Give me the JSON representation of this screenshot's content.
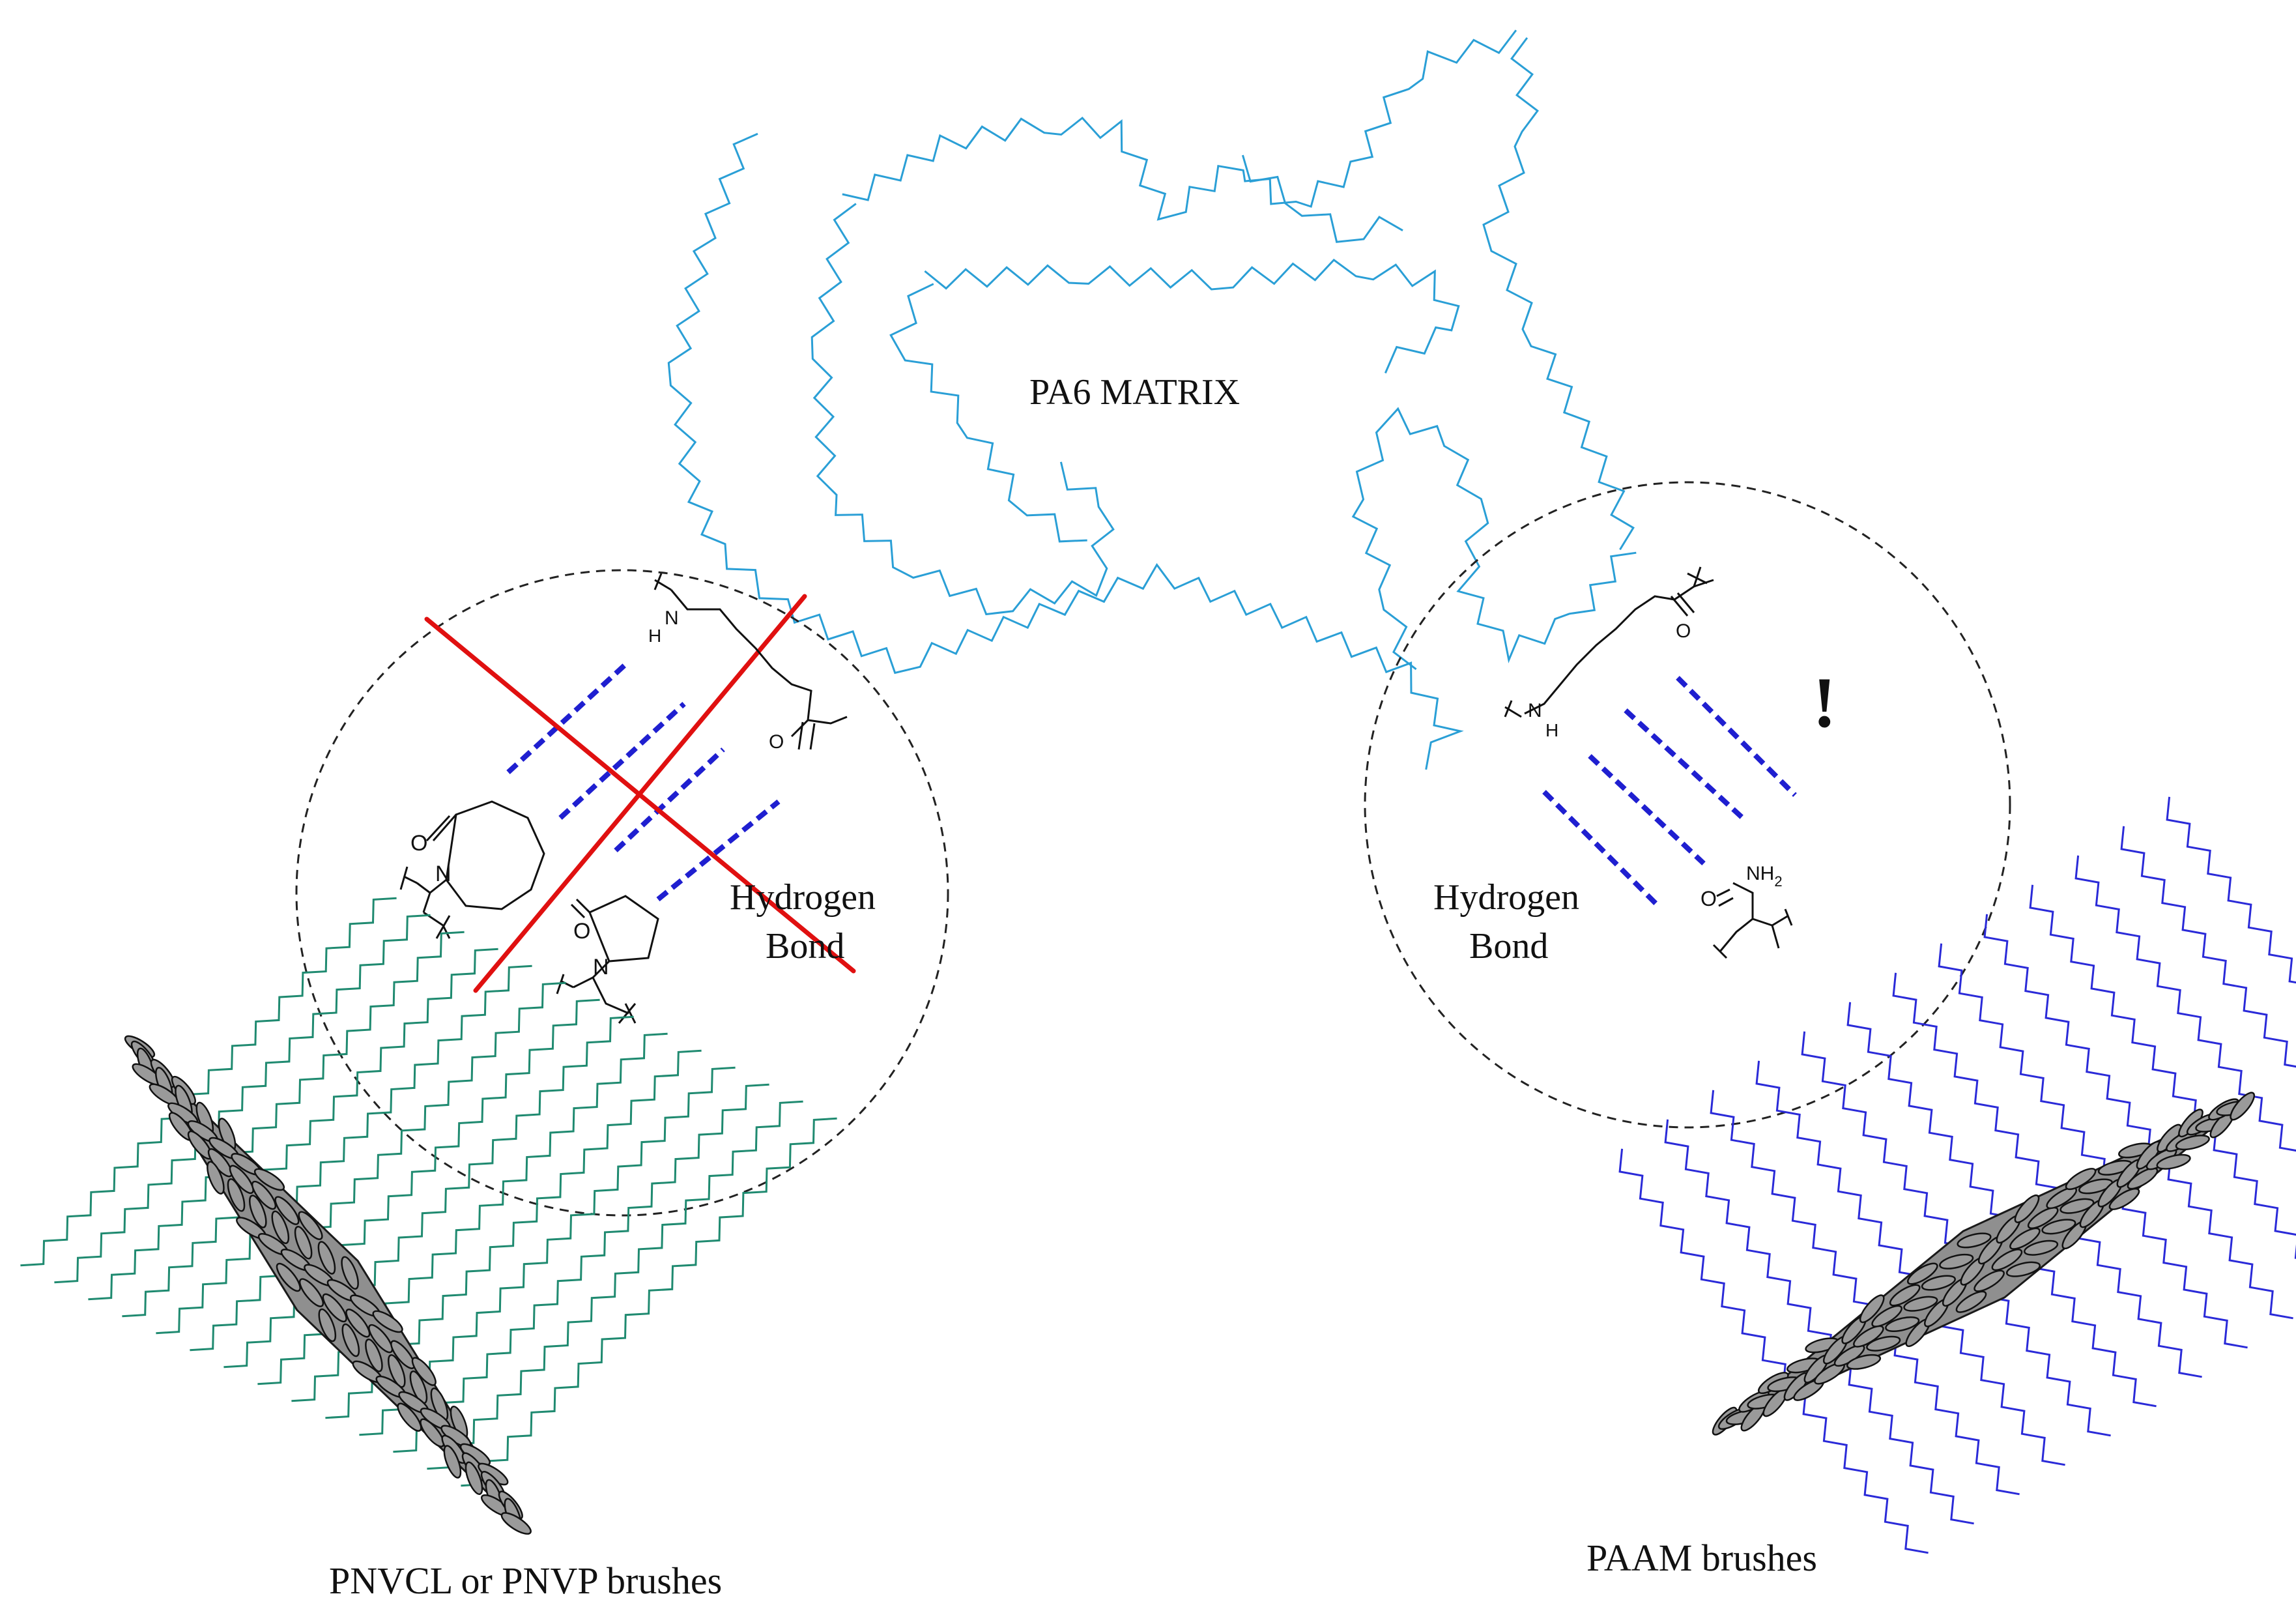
{
  "labels": {
    "matrix": "PA6 MATRIX",
    "hbond_left_line1": "Hydrogen",
    "hbond_left_line2": "Bond",
    "hbond_right_line1": "Hydrogen",
    "hbond_right_line2": "Bond",
    "left_brushes": "PNVCL or PNVP brushes",
    "right_brushes": "PAAM brushes",
    "exclaim": "!"
  },
  "atoms": {
    "oxygen": "O",
    "nitrogen": "N",
    "hydrogen": "H",
    "amine": "NH",
    "subscript_two": "2"
  },
  "colors": {
    "matrix_chain": "#2a9fd6",
    "left_brush": "#1f8a70",
    "right_brush": "#2a2ad8",
    "hbond_dash": "#1f1fd0",
    "cross": "#e01010",
    "nanosheet_fill": "#8f8f8f",
    "circle": "#222222"
  }
}
